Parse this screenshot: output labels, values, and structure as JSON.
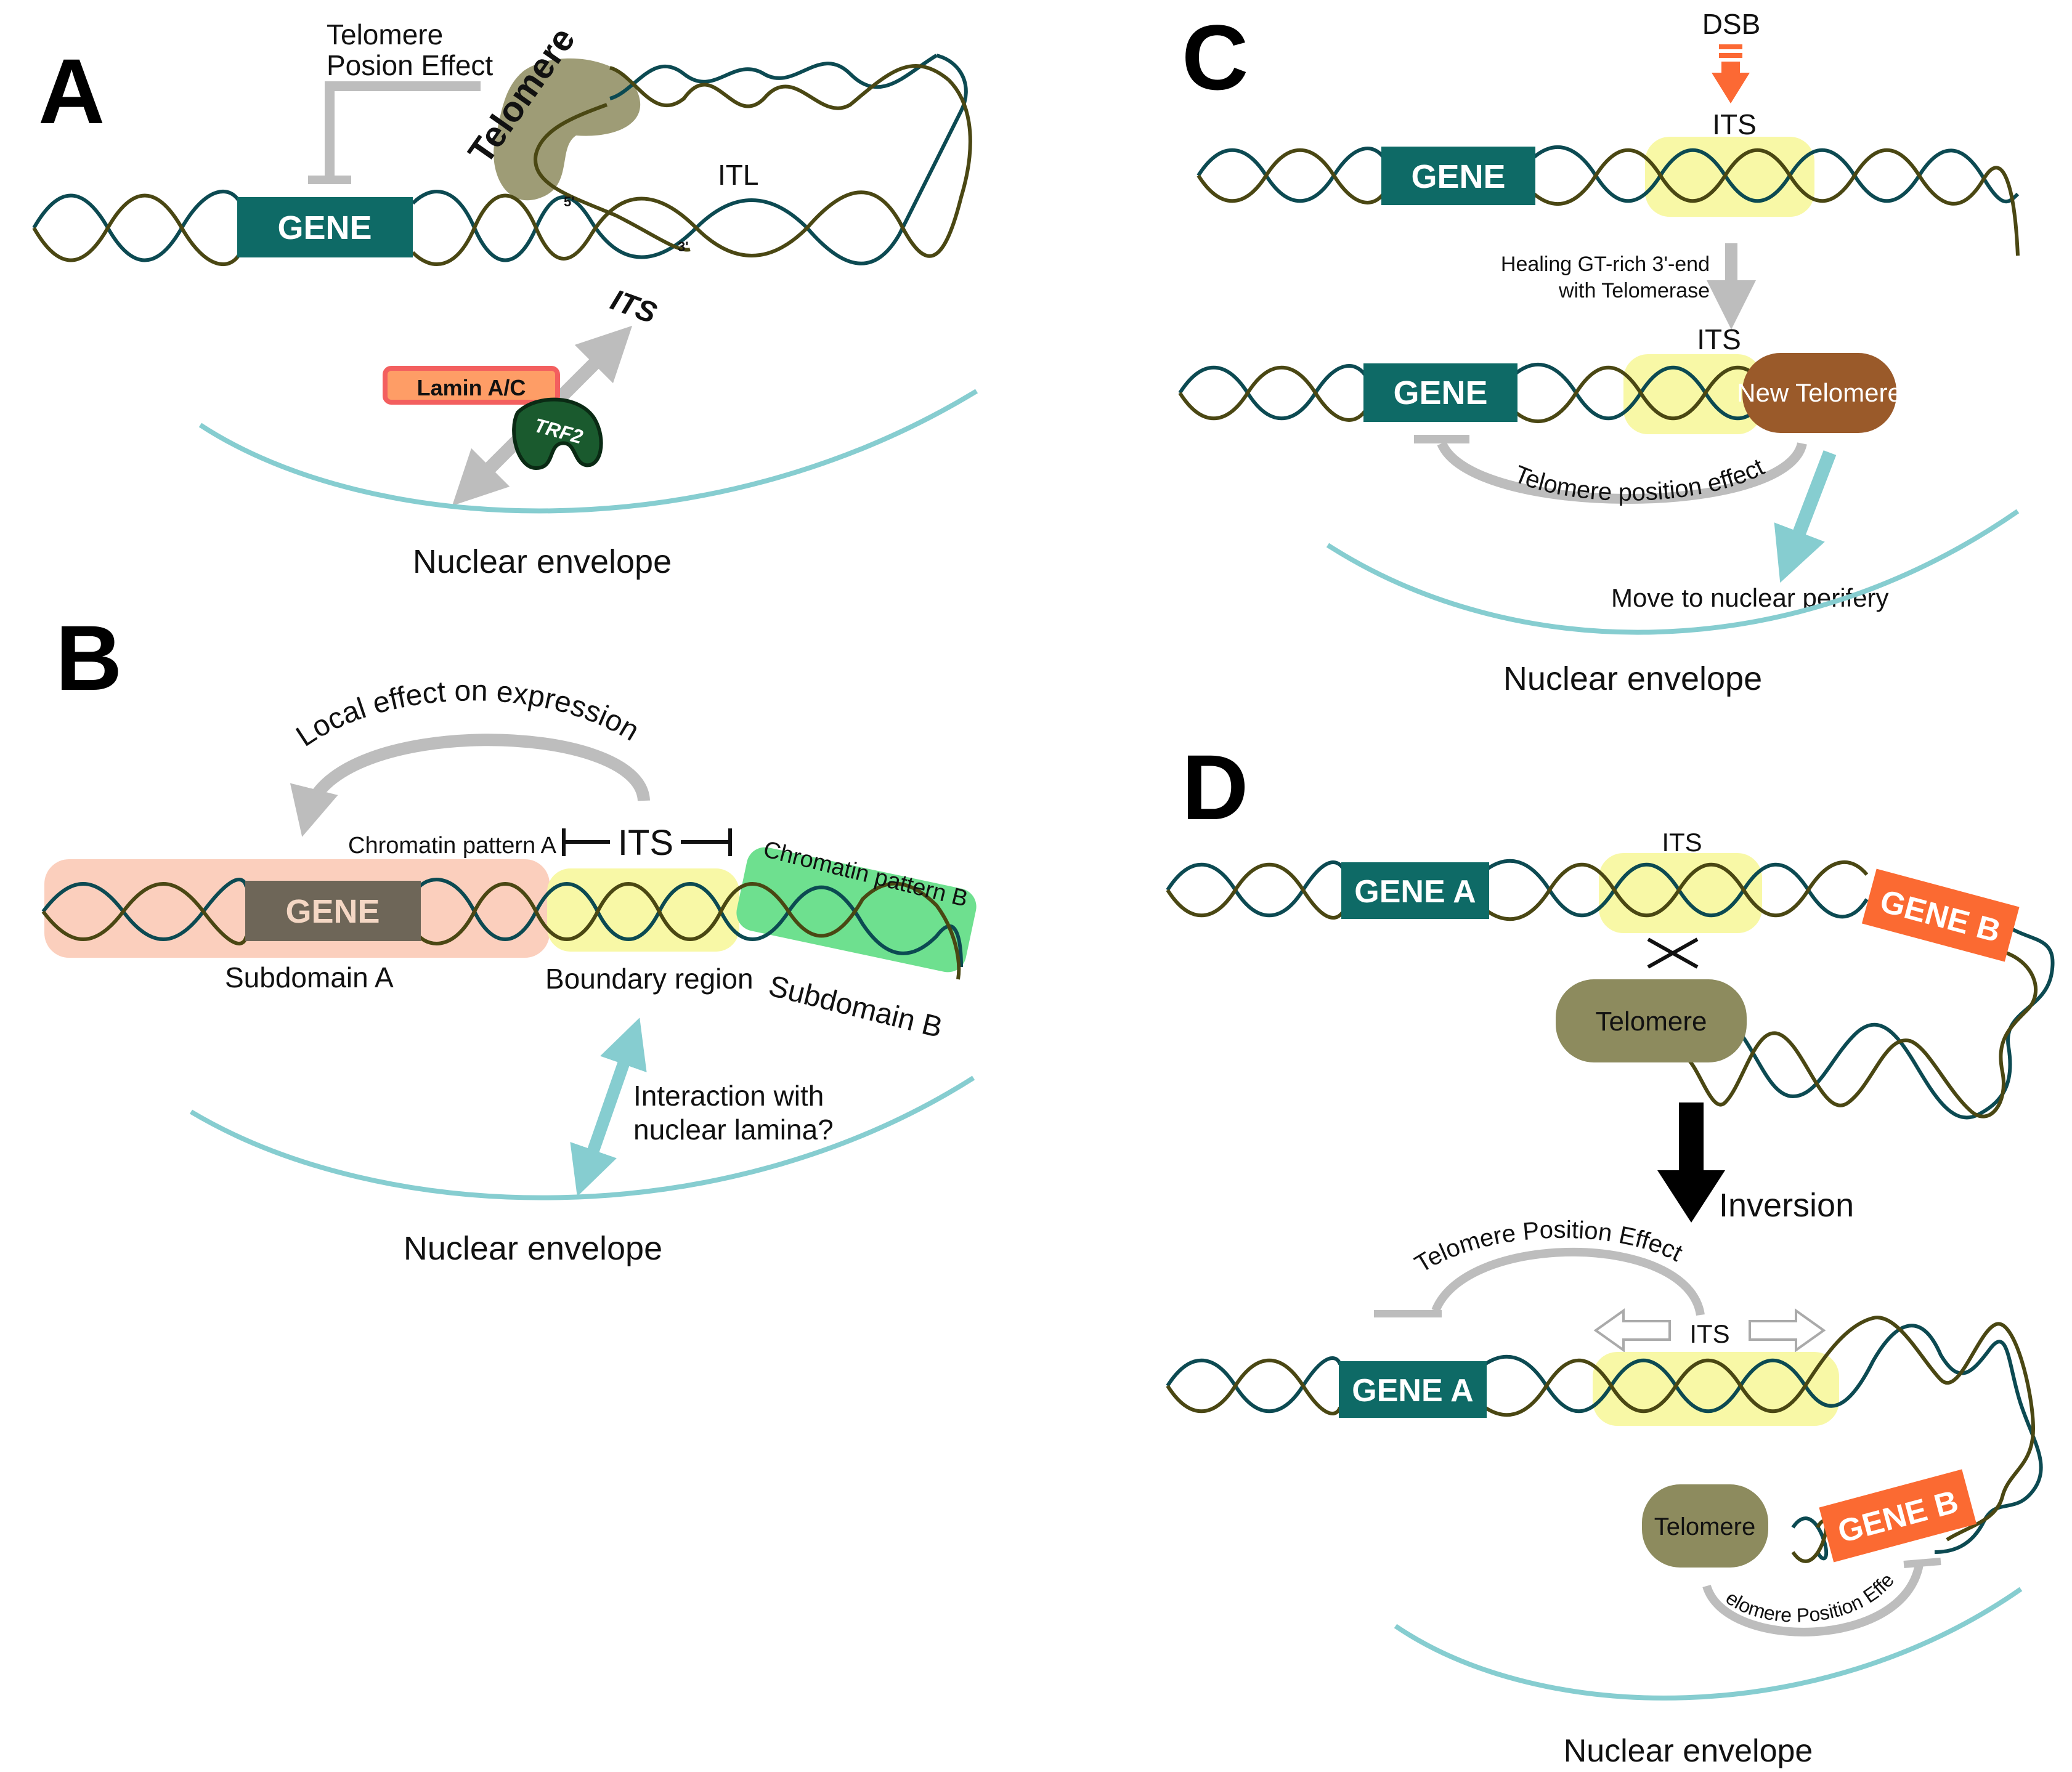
{
  "panels": {
    "a": {
      "letter": "A",
      "tpe": [
        "Telomere",
        "Posion Effect"
      ],
      "telomere": "Telomere",
      "itl": "ITL",
      "five": "5'",
      "three": "3'",
      "its": "ITS",
      "gene": "GENE",
      "lamin": "Lamin A/C",
      "trf2": "TRF2",
      "envelope": "Nuclear envelope"
    },
    "b": {
      "letter": "B",
      "local": "Local effect on expression",
      "pattern_a": "Chromatin pattern A",
      "its": "ITS",
      "pattern_b": "Chromatin pattern B",
      "gene": "GENE",
      "subdomain_a": "Subdomain A",
      "boundary": "Boundary region",
      "subdomain_b": "Subdomain B",
      "interaction": [
        "Interaction with",
        "nuclear lamina?"
      ],
      "envelope": "Nuclear envelope"
    },
    "c": {
      "letter": "C",
      "dsb": "DSB",
      "its_top": "ITS",
      "gene_top": "GENE",
      "healing": [
        "Healing GT-rich 3'-end",
        "with Telomerase"
      ],
      "its_bottom": "ITS",
      "gene_bottom": "GENE",
      "new_telomere": "New Telomere",
      "tpe": "Telomere position effect",
      "move": "Move to nuclear perifery",
      "envelope": "Nuclear envelope"
    },
    "d": {
      "letter": "D",
      "its_top": "ITS",
      "gene_a_top": "GENE A",
      "gene_b_top": "GENE B",
      "telomere_top": "Telomere",
      "inversion": "Inversion",
      "tpe_left": "Telomere Position Effect",
      "its_bottom": "ITS",
      "gene_a_bottom": "GENE A",
      "telomere_bottom": "Telomere",
      "gene_b_bottom": "GENE B",
      "tpe_right": "Telomere Position Effect",
      "envelope": "Nuclear envelope"
    }
  },
  "colors": {
    "gene": "#0e6a66",
    "gene_b": "#fb6a32",
    "strand_a": "#0c4a52",
    "strand_b": "#4a4713",
    "envelope": "#86cdd0",
    "its_highlight": "#f8f8a6",
    "telomere": "#8d8b5e",
    "new_telomere": "#9a5a2a",
    "pattern_a_bg": "#fbcfbd",
    "pattern_b_bg": "#6ee08f",
    "gray_arrow": "#bdbdbd",
    "lamin": "#fe9d66",
    "trf2": "#1a5a2e",
    "dsb": "#fc6934",
    "gene_dark": "#6e6658"
  }
}
